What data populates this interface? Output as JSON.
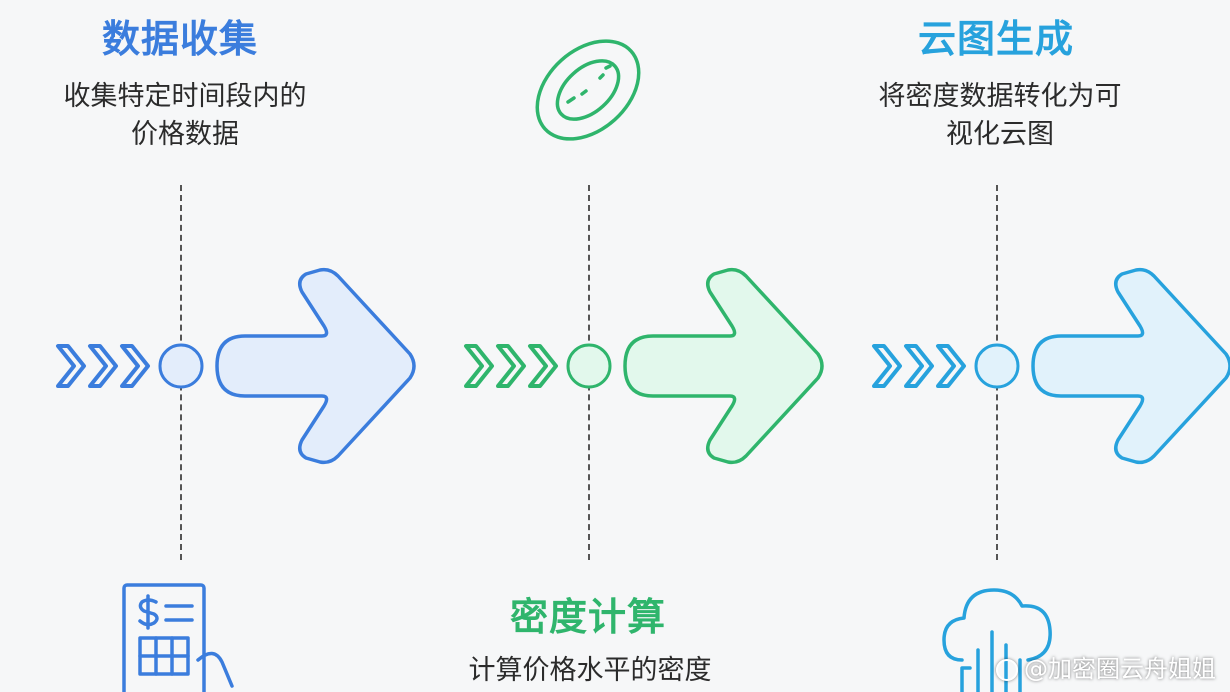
{
  "steps": [
    {
      "title": "数据收集",
      "desc_lines": [
        "收集特定时间段内的",
        "价格数据"
      ],
      "color": "#3b7ddd",
      "fill": "#e3edfb",
      "icon": "receipt-dollar-icon"
    },
    {
      "title": "密度计算",
      "desc_lines": [
        "计算价格水平的密度"
      ],
      "color": "#2fb56c",
      "fill": "#e2f8ec",
      "icon": "oval-density-icon"
    },
    {
      "title": "云图生成",
      "desc_lines": [
        "将密度数据转化为可",
        "视化云图"
      ],
      "color": "#27a2dd",
      "fill": "#e1f2fb",
      "icon": "cloud-chart-icon"
    }
  ],
  "watermark": "@加密圈云舟姐姐"
}
